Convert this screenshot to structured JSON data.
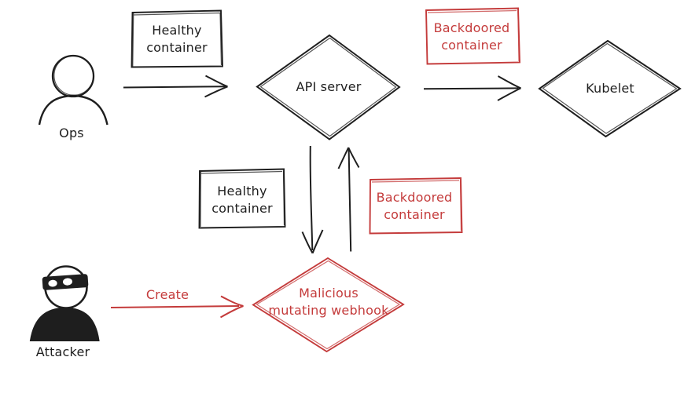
{
  "colors": {
    "ink": "#1e1e1e",
    "danger": "#c43b3b",
    "background": "#ffffff"
  },
  "actors": {
    "ops_label": "Ops",
    "attacker_label": "Attacker"
  },
  "nodes": {
    "healthy_container_top": {
      "line1": "Healthy",
      "line2": "container"
    },
    "api_server": {
      "label": "API server"
    },
    "backdoored_container_top": {
      "line1": "Backdoored",
      "line2": "container"
    },
    "kubelet": {
      "label": "Kubelet"
    },
    "healthy_container_mid": {
      "line1": "Healthy",
      "line2": "container"
    },
    "backdoored_container_mid": {
      "line1": "Backdoored",
      "line2": "container"
    },
    "malicious_webhook": {
      "line1": "Malicious",
      "line2": "mutating webhook"
    }
  },
  "edges": {
    "create_label": "Create"
  }
}
